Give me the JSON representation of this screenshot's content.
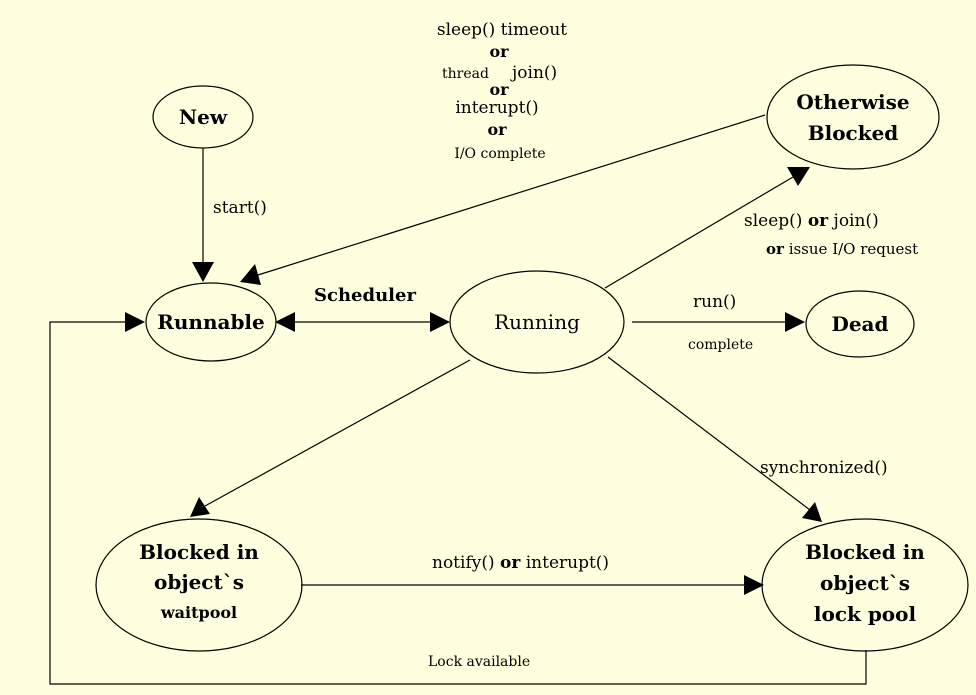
{
  "states": {
    "new": "New",
    "runnable": "Runnable",
    "running": "Running",
    "dead": "Dead",
    "otherwise_blocked": [
      "Otherwise",
      "Blocked"
    ],
    "blocked_waitpool": [
      "Blocked in",
      "object`s",
      "waitpool"
    ],
    "blocked_lockpool": [
      "Blocked in",
      "object`s",
      "lock pool"
    ]
  },
  "transitions": {
    "start": "start()",
    "scheduler": "Scheduler",
    "run": "run()",
    "complete": "complete",
    "sleep_join_io": {
      "line1_a": "sleep() ",
      "line1_or": "or",
      "line1_b": " join()",
      "line2_or": "or",
      "line2_b": "  issue I/O request"
    },
    "unblock": {
      "sleep_timeout": "sleep() timeout",
      "or1": "or",
      "thread": "thread",
      "join": "join()",
      "or2": "or",
      "interupt": "interupt()",
      "or3": "or",
      "io_complete": "I/O complete"
    },
    "synchronized": "synchronized()",
    "notify": {
      "a": "notify() ",
      "or": "or",
      "b": "  interupt()"
    },
    "lock_available": "Lock available"
  }
}
